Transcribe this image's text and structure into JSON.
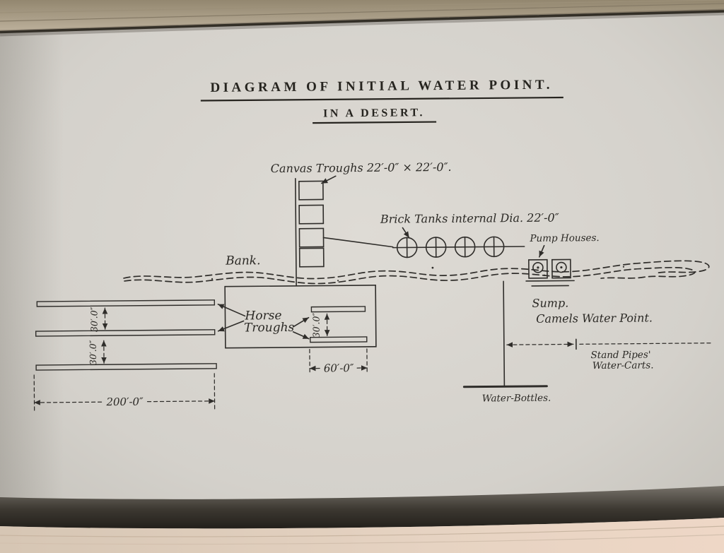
{
  "page": {
    "title": "DIAGRAM OF INITIAL WATER POINT.",
    "subtitle": "IN A DESERT."
  },
  "labels": {
    "canvas_troughs": "Canvas Troughs 22′-0″ × 22′-0″.",
    "bank": "Bank.",
    "brick_tanks": "Brick Tanks internal Dia. 22′-0″",
    "pump_houses": "Pump Houses.",
    "sump": "Sump.",
    "camels_water_point": "Camels Water Point.",
    "horse_troughs_line1": "Horse",
    "horse_troughs_line2": "Troughs",
    "water_bottles": "Water-Bottles.",
    "stand_pipes_line1": "Stand Pipes'",
    "stand_pipes_line2": "Water-Carts."
  },
  "dimensions": {
    "bars_length": "200′-0″",
    "small_troughs_length": "60′-0″",
    "bar_spacing_1": "30′.0″",
    "bar_spacing_2": "30′.0″",
    "small_trough_spacing": "30′.0″"
  },
  "colors": {
    "ink": "#2f2d2a",
    "paper": "#d9d6d0"
  }
}
